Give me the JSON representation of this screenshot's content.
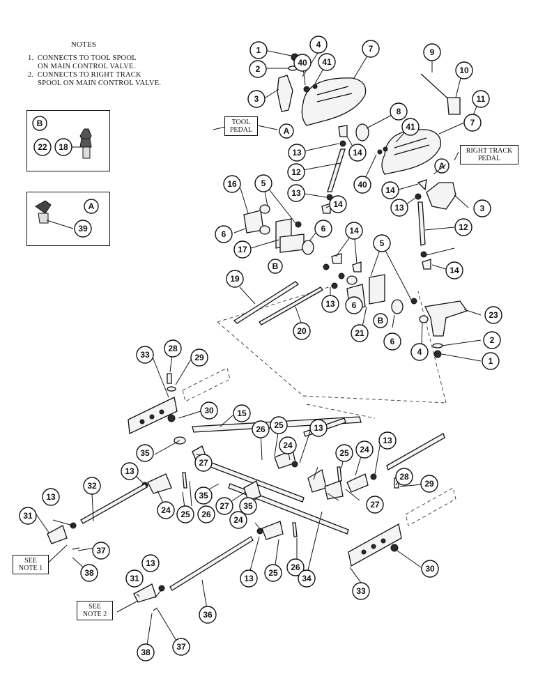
{
  "notes": {
    "title": "NOTES",
    "lines": [
      "1.  CONNECTS TO TOOL SPOOL",
      "     ON MAIN CONTROL VALVE.",
      "2.  CONNECTS TO RIGHT TRACK",
      "     SPOOL ON MAIN CONTROL VALVE."
    ]
  },
  "labels": {
    "tool_pedal": "TOOL PEDAL",
    "right_track_pedal": "RIGHT TRACK PEDAL",
    "see_note_1": "SEE NOTE 1",
    "see_note_2": "SEE NOTE 2"
  },
  "insets": {
    "b": {
      "letter": "B",
      "items": [
        "22",
        "18"
      ]
    },
    "a": {
      "letter": "A",
      "items": [
        "39"
      ]
    }
  },
  "callouts": [
    "1",
    "2",
    "3",
    "4",
    "40",
    "41",
    "7",
    "9",
    "10",
    "11",
    "8",
    "7",
    "41",
    "13",
    "14",
    "12",
    "40",
    "14",
    "13",
    "14",
    "3",
    "12",
    "13",
    "14",
    "16",
    "5",
    "6",
    "17",
    "6",
    "14",
    "5",
    "19",
    "20",
    "13",
    "6",
    "21",
    "6",
    "23",
    "4",
    "2",
    "1",
    "33",
    "28",
    "29",
    "30",
    "15",
    "26",
    "25",
    "13",
    "24",
    "25",
    "24",
    "13",
    "35",
    "27",
    "13",
    "24",
    "25",
    "26",
    "35",
    "27",
    "35",
    "27",
    "28",
    "29",
    "32",
    "13",
    "31",
    "37",
    "38",
    "24",
    "13",
    "25",
    "26",
    "34",
    "33",
    "30",
    "31",
    "13",
    "36",
    "38",
    "37"
  ],
  "letter_callouts": [
    "A",
    "A",
    "B",
    "B"
  ]
}
